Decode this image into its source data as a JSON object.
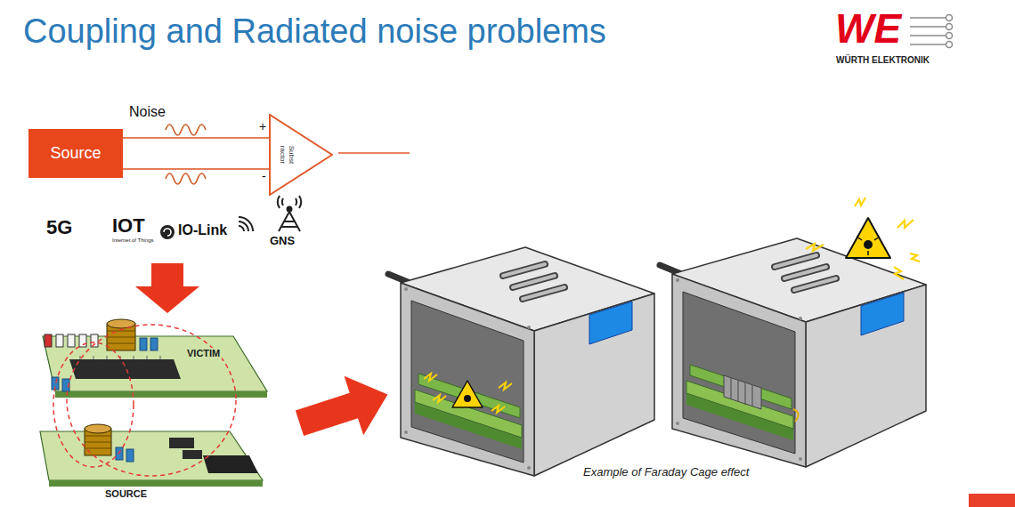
{
  "diagram": {
    "title": "Coupling and Radiated noise problems",
    "caption": "Example of Faraday Cage effect",
    "nodes": [
      {
        "text": [
          "Source"
        ]
      },
      {
        "text": [
          "Subst ractor"
        ]
      }
    ],
    "edges": [
      {
        "from": 0,
        "to": 1,
        "arrow": "none"
      },
      {
        "from": 0,
        "to": 1,
        "arrow": "none"
      }
    ],
    "labels": [
      "WE",
      "WÜRTH ELEKTRONIK",
      "Noise",
      "+",
      "-",
      "5G",
      "IOT",
      "Internet of Things",
      "IO-Link",
      "GNS",
      "VICTIM",
      "SOURCE"
    ]
  }
}
